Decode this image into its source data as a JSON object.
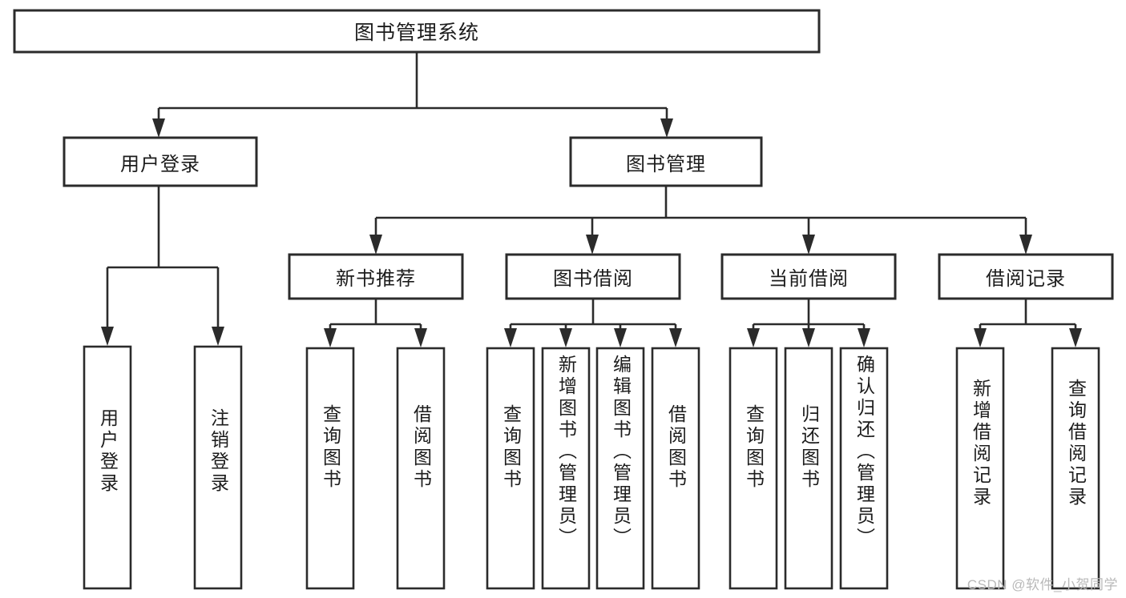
{
  "diagram": {
    "type": "tree-flowchart",
    "title": "图书管理系统",
    "orientation": "top-down",
    "colors": {
      "background": "#ffffff",
      "box_fill": "#ffffff",
      "box_stroke": "#2b2b2b",
      "text": "#1c1c1c",
      "watermark": "#b9b9b9"
    },
    "root": {
      "label": "图书管理系统"
    },
    "level2": {
      "user_login": {
        "label": "用户登录"
      },
      "book_manage": {
        "label": "图书管理"
      }
    },
    "level3": {
      "new_book": {
        "label": "新书推荐"
      },
      "book_borrow": {
        "label": "图书借阅"
      },
      "current_borrow": {
        "label": "当前借阅"
      },
      "borrow_record": {
        "label": "借阅记录"
      }
    },
    "leaves": {
      "user_login": [
        {
          "label": "用户登录"
        },
        {
          "label": "注销登录"
        }
      ],
      "new_book": [
        {
          "label": "查询图书"
        },
        {
          "label": "借阅图书"
        }
      ],
      "book_borrow": [
        {
          "label": "查询图书"
        },
        {
          "label": "新增图书（管理员）"
        },
        {
          "label": "编辑图书（管理员）"
        },
        {
          "label": "借阅图书"
        }
      ],
      "current_borrow": [
        {
          "label": "查询图书"
        },
        {
          "label": "归还图书"
        },
        {
          "label": "确认归还（管理员）"
        }
      ],
      "borrow_record": [
        {
          "label": "新增借阅记录"
        },
        {
          "label": "查询借阅记录"
        }
      ]
    }
  },
  "watermark": {
    "text": "CSDN @软件_小贺同学"
  }
}
